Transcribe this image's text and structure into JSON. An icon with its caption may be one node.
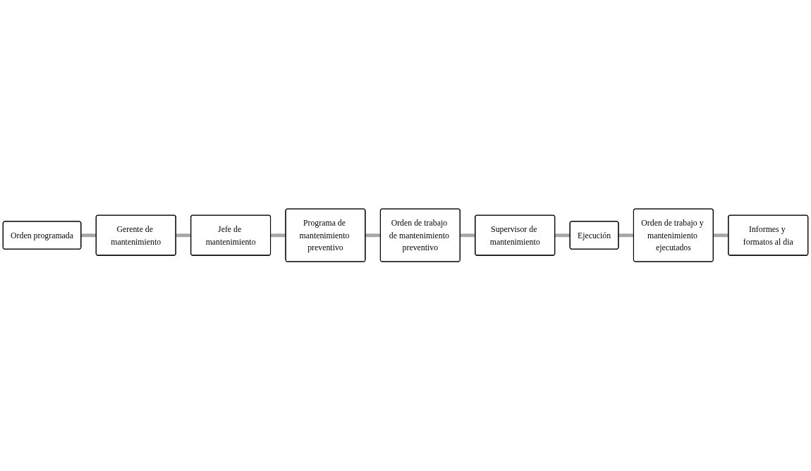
{
  "diagram": {
    "nodes": [
      {
        "text": [
          "Orden programada"
        ]
      },
      {
        "text": [
          "Gerente de mantenimiento"
        ]
      },
      {
        "text": [
          "Jefe de mantenimiento"
        ]
      },
      {
        "text": [
          "Programa de mantenimiento preventivo"
        ]
      },
      {
        "text": [
          "Orden de trabajo de mantenimiento preventivo"
        ]
      },
      {
        "text": [
          "Supervisor de mantenimiento"
        ]
      },
      {
        "text": [
          "Ejecución"
        ]
      },
      {
        "text": [
          "Orden de trabajo y mantenimiento ejecutados"
        ]
      },
      {
        "text": [
          "Informes y formatos al dia"
        ]
      }
    ],
    "edges": [
      {
        "from": 0,
        "to": 1,
        "arrow": "none"
      },
      {
        "from": 1,
        "to": 2,
        "arrow": "none"
      },
      {
        "from": 2,
        "to": 3,
        "arrow": "none"
      },
      {
        "from": 3,
        "to": 4,
        "arrow": "none"
      },
      {
        "from": 4,
        "to": 5,
        "arrow": "none"
      },
      {
        "from": 5,
        "to": 6,
        "arrow": "none"
      },
      {
        "from": 6,
        "to": 7,
        "arrow": "none"
      },
      {
        "from": 7,
        "to": 8,
        "arrow": "none"
      }
    ]
  }
}
